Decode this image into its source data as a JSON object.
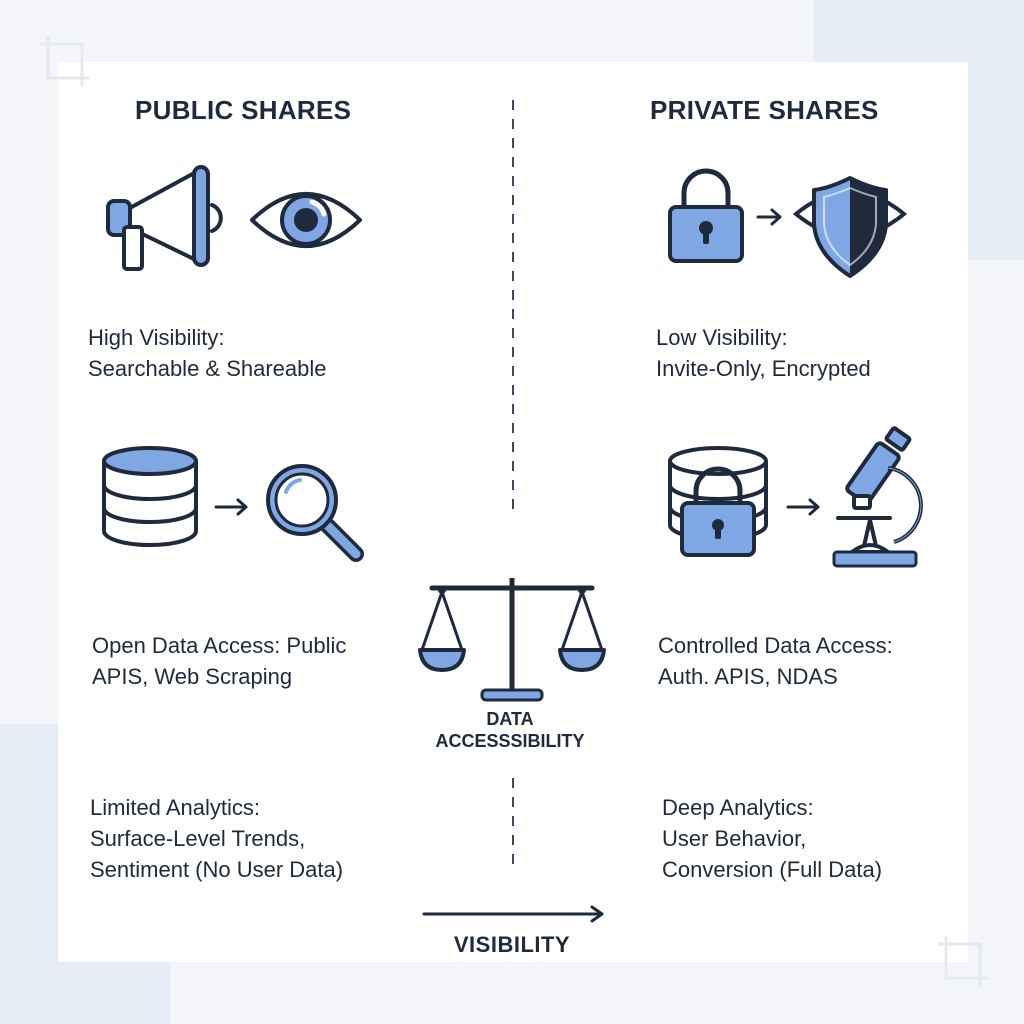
{
  "colors": {
    "accent": "#7ea7e3",
    "accent_dark": "#1f2a3d",
    "page_bg": "#f3f5f9",
    "card_bg": "#ffffff"
  },
  "public": {
    "title": "PUBLIC SHARES",
    "visibility": [
      "High Visibility:",
      "Searchable & Shareable"
    ],
    "access": [
      "Open Data Access: Public",
      "APIS, Web Scraping"
    ],
    "analytics": [
      "Limited Analytics:",
      "Surface-Level Trends,",
      "Sentiment (No User Data)"
    ],
    "icons": [
      "megaphone-icon",
      "eye-icon",
      "database-icon",
      "arrow-right-icon",
      "magnifier-icon"
    ]
  },
  "private": {
    "title": "PRIVATE SHARES",
    "visibility": [
      "Low Visibility:",
      "Invite-Only, Encrypted"
    ],
    "access": [
      "Controlled Data Access:",
      "Auth. APIS, NDAS"
    ],
    "analytics": [
      "Deep Analytics:",
      "User Behavior,",
      "Conversion (Full Data)"
    ],
    "icons": [
      "padlock-icon",
      "arrow-right-icon",
      "shield-icon",
      "locked-database-icon",
      "microscope-icon"
    ]
  },
  "center": {
    "label": [
      "DATA",
      "ACCESSSIBILITY"
    ],
    "icon": "balance-scale-icon"
  },
  "axis": {
    "label": "VISIBILITY"
  }
}
